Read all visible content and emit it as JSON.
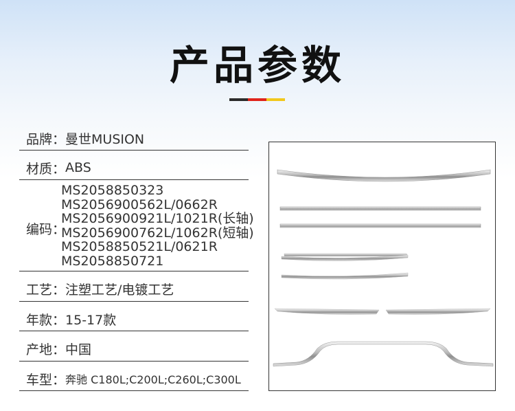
{
  "title": "产品参数",
  "flag_colors": [
    "#2b2b2b",
    "#e0241b",
    "#f2c81c"
  ],
  "specs": [
    {
      "label": "品牌：",
      "value": "曼世MUSION"
    },
    {
      "label": "材质：",
      "value": "ABS"
    },
    {
      "label": "编码：",
      "values": [
        "MS2058850323",
        "MS2056900562L/0662R",
        "MS2056900921L/1021R(长轴)",
        "MS2056900762L/1062R(短轴)",
        "MS2058850521L/0621R",
        "MS2058850721"
      ]
    },
    {
      "label": "工艺：",
      "value": "注塑工艺/电镀工艺"
    },
    {
      "label": "年款：",
      "value": "15-17款"
    },
    {
      "label": "产地：",
      "value": "中国"
    },
    {
      "label": "车型：",
      "value": "奔驰 C180L;C200L;C260L;C300L"
    }
  ],
  "photo": {
    "icon": "chrome-grille-trim-strips-image"
  }
}
